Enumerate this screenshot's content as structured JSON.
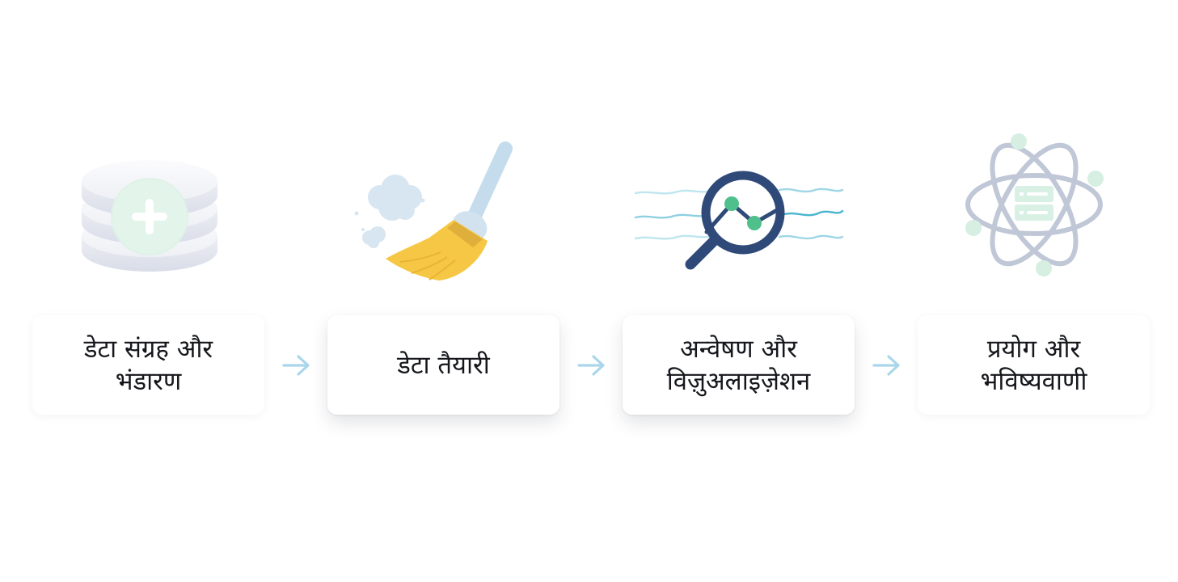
{
  "steps": [
    {
      "label": "डेटा संग्रह और\nभंडारण",
      "icon": "database-add-icon"
    },
    {
      "label": "डेटा तैयारी",
      "icon": "broom-icon"
    },
    {
      "label": "अन्वेषण और\nविज़ुअलाइज़ेशन",
      "icon": "magnifier-chart-icon"
    },
    {
      "label": "प्रयोग और\nभविष्यवाणी",
      "icon": "atom-server-icon"
    }
  ],
  "connector_icon": "arrow-right-icon",
  "colors": {
    "arrow": "#a9d6ea",
    "card_text": "#15171c",
    "accent_green": "#4fbf8c",
    "navy": "#2f4a78",
    "broom_yellow": "#f6c744",
    "wave_cyan": "#6cc7dc",
    "atom_gray": "#b7bfd0"
  }
}
